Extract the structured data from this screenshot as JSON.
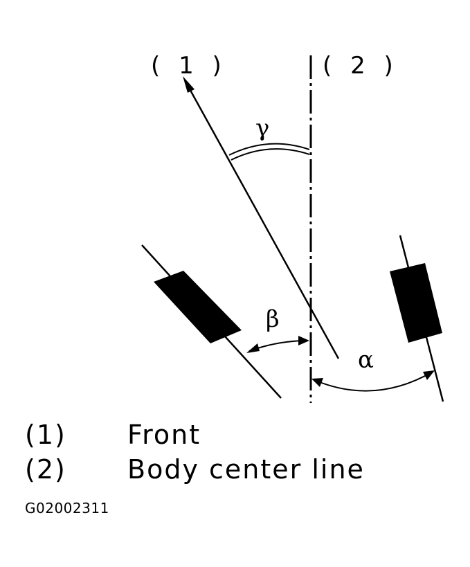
{
  "diagram": {
    "callouts": {
      "front": "( 1 )",
      "center_line": "( 2 )"
    },
    "angles": {
      "gamma": "γ",
      "beta": "β",
      "alpha": "α"
    }
  },
  "legend": [
    {
      "key": "(1)",
      "label": "Front"
    },
    {
      "key": "(2)",
      "label": "Body center line"
    }
  ],
  "figure_id": "G02002311"
}
